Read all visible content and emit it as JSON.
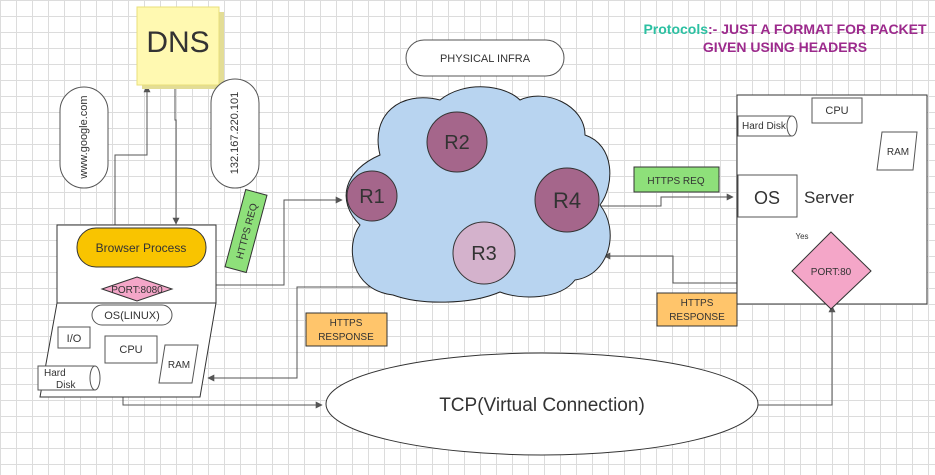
{
  "dns": {
    "label": "DNS"
  },
  "query": {
    "domain": "www.google.com",
    "ip": "132.167.220.101"
  },
  "cloud": {
    "title": "PHYSICAL INFRA"
  },
  "routers": {
    "r1": "R1",
    "r2": "R2",
    "r3": "R3",
    "r4": "R4"
  },
  "protocols": {
    "prefix": "Protocols",
    "text": ":- JUST A FORMAT FOR PACKET GIVEN USING HEADERS"
  },
  "client": {
    "browser": "Browser Process",
    "port": "PORT:8080",
    "os": "OS(LINUX)",
    "io": "I/O",
    "cpu": "CPU",
    "ram": "RAM",
    "disk_line1": "Hard",
    "disk_line2": "Disk"
  },
  "server": {
    "cpu": "CPU",
    "disk": "Hard Disk",
    "ram": "RAM",
    "os": "OS",
    "label": "Server",
    "yes": "Yes",
    "port": "PORT:80"
  },
  "messages": {
    "req_left": "HTTPS REQ",
    "req_right": "HTTPS REQ",
    "resp_left_1": "HTTPS",
    "resp_left_2": "RESPONSE",
    "resp_right_1": "HTTPS",
    "resp_right_2": "RESPONSE"
  },
  "tcp": {
    "label": "TCP(Virtual Connection)"
  },
  "colors": {
    "router": "#a5668b",
    "router_light": "#d4b2cc",
    "cloud": "#b8d4f0",
    "sticky": "#fff9b1",
    "browser": "#f9c400",
    "port": "#f4a6c8",
    "req": "#8ee07a",
    "resp": "#ffc56b",
    "protocols_accent": "#2cc0a2",
    "protocols_text": "#9c2a8c"
  }
}
